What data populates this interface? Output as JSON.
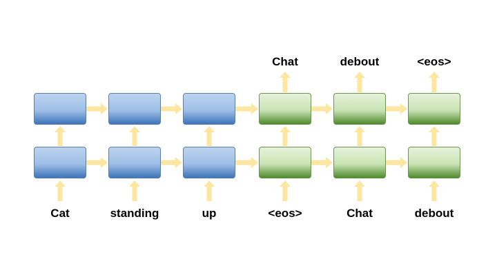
{
  "diagram": {
    "columns": [
      {
        "input": "Cat",
        "output": "",
        "kind": "encoder"
      },
      {
        "input": "standing",
        "output": "",
        "kind": "encoder"
      },
      {
        "input": "up",
        "output": "",
        "kind": "encoder"
      },
      {
        "input": "<eos>",
        "output": "Chat",
        "kind": "decoder"
      },
      {
        "input": "Chat",
        "output": "debout",
        "kind": "decoder"
      },
      {
        "input": "debout",
        "output": "<eos>",
        "kind": "decoder"
      }
    ],
    "layers": 2
  },
  "colors": {
    "encoder": "#9ebfe6",
    "decoder": "#c9e4b4",
    "arrow": "#fce6a0"
  }
}
